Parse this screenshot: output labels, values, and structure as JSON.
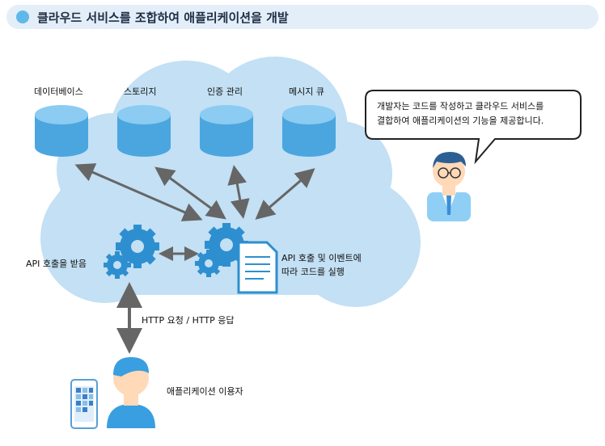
{
  "header": {
    "title": "클라우드 서비스를 조합하여 애플리케이션을 개발"
  },
  "services": [
    {
      "label": "데이터베이스"
    },
    {
      "label": "스토리지"
    },
    {
      "label": "인증 관리"
    },
    {
      "label": "메시지 큐"
    }
  ],
  "gear_left_label": "API 호출을 받음",
  "gear_right_label": {
    "line1": "API 호출 및 이벤트에",
    "line2": "따라 코드를 실행"
  },
  "http_label": "HTTP 요청 / HTTP 응답",
  "user_label": "애플리케이션 이용자",
  "developer_bubble": {
    "line1": "개발자는 코드를 작성하고 클라우드 서비스를",
    "line2": "결합하여 애플리케이션의 기능을 제공합니다."
  },
  "colors": {
    "cloud": "#c3e0f4",
    "accent": "#2e8fd0",
    "arrow": "#777777",
    "header_bg": "#e3eef8"
  }
}
